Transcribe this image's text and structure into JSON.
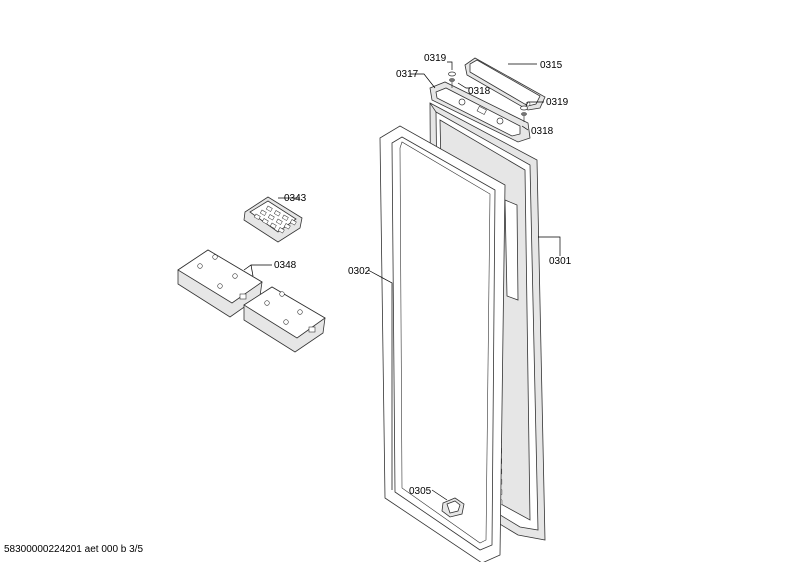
{
  "labels": {
    "p0319a": "0319",
    "p0315": "0315",
    "p0317": "0317",
    "p0318a": "0318",
    "p0319b": "0319",
    "p0318b": "0318",
    "p0343": "0343",
    "p0348": "0348",
    "p0302": "0302",
    "p0301": "0301",
    "p0305": "0305"
  },
  "footer": "58300000224201 aet 000 b 3/5"
}
